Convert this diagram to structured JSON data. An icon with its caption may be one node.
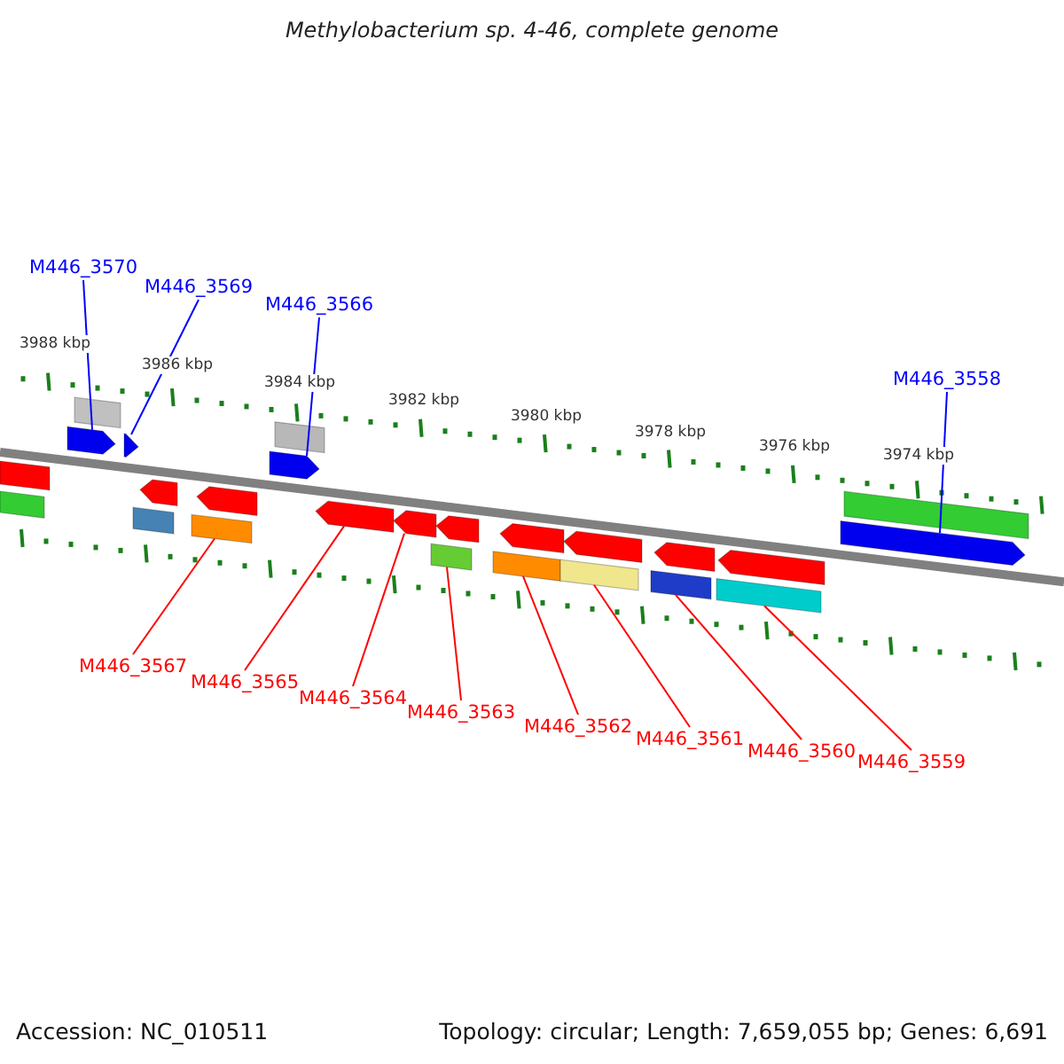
{
  "diagram": {
    "title": "Methylobacterium sp. 4-46, complete genome",
    "nodes": [
      {
        "text": [
          "M446_3570"
        ]
      },
      {
        "text": [
          "M446_3569"
        ]
      },
      {
        "text": [
          "M446_3566"
        ]
      },
      {
        "text": [
          "M446_3558"
        ]
      },
      {
        "text": [
          "M446_3567"
        ]
      },
      {
        "text": [
          "M446_3565"
        ]
      },
      {
        "text": [
          "M446_3564"
        ]
      },
      {
        "text": [
          "M446_3563"
        ]
      },
      {
        "text": [
          "M446_3562"
        ]
      },
      {
        "text": [
          "M446_3561"
        ]
      },
      {
        "text": [
          "M446_3560"
        ]
      },
      {
        "text": [
          "M446_3559"
        ]
      },
      {
        "text": [],
        "shape": "bar"
      },
      {
        "text": [],
        "shape": "bar"
      },
      {
        "text": [],
        "shape": "bar"
      },
      {
        "text": [],
        "shape": "bar"
      },
      {
        "text": [],
        "shape": "bar"
      },
      {
        "text": [],
        "shape": "bar"
      },
      {
        "text": [],
        "shape": "bar"
      },
      {
        "text": [],
        "shape": "bar"
      },
      {
        "text": [],
        "shape": "bar"
      },
      {
        "text": [],
        "shape": "bar"
      },
      {
        "text": [],
        "shape": "bar"
      },
      {
        "text": [],
        "shape": "bar"
      },
      {
        "text": [],
        "shape": "bar"
      },
      {
        "text": [],
        "shape": "bar"
      },
      {
        "text": [],
        "shape": "bar"
      },
      {
        "text": [],
        "shape": "bar"
      },
      {
        "text": [],
        "shape": "bar"
      },
      {
        "text": [],
        "shape": "bar"
      },
      {
        "text": [],
        "shape": "bar"
      },
      {
        "text": [],
        "shape": "bar"
      },
      {
        "text": [],
        "shape": "bar"
      },
      {
        "text": [],
        "shape": "bar"
      },
      {
        "text": [],
        "shape": "bar"
      },
      {
        "text": [],
        "shape": "bar"
      },
      {
        "text": [],
        "shape": "bar"
      }
    ],
    "edges": [
      {
        "from": 0,
        "to": 15,
        "arrow": "none",
        "color": "#0000ff"
      },
      {
        "from": 1,
        "to": 16,
        "arrow": "none",
        "color": "#0000ff"
      },
      {
        "from": 2,
        "to": 17,
        "arrow": "none",
        "color": "#0000ff"
      },
      {
        "from": 3,
        "to": 18,
        "arrow": "none",
        "color": "#0000ff"
      },
      {
        "from": 4,
        "to": 31,
        "arrow": "none"
      },
      {
        "from": 5,
        "to": 22,
        "arrow": "none"
      },
      {
        "from": 6,
        "to": 23,
        "arrow": "none"
      },
      {
        "from": 7,
        "to": 32,
        "arrow": "none"
      },
      {
        "from": 8,
        "to": 33,
        "arrow": "none"
      },
      {
        "from": 9,
        "to": 34,
        "arrow": "none"
      },
      {
        "from": 10,
        "to": 35,
        "arrow": "none"
      },
      {
        "from": 11,
        "to": 36,
        "arrow": "none"
      }
    ],
    "labels": [
      "3988 kbp",
      "3986 kbp",
      "3984 kbp",
      "3982 kbp",
      "3980 kbp",
      "3978 kbp",
      "3976 kbp",
      "3974 kbp",
      "Accession: NC_010511",
      "Topology: circular; Length: 7,659,055 bp; Genes: 6,691"
    ]
  }
}
